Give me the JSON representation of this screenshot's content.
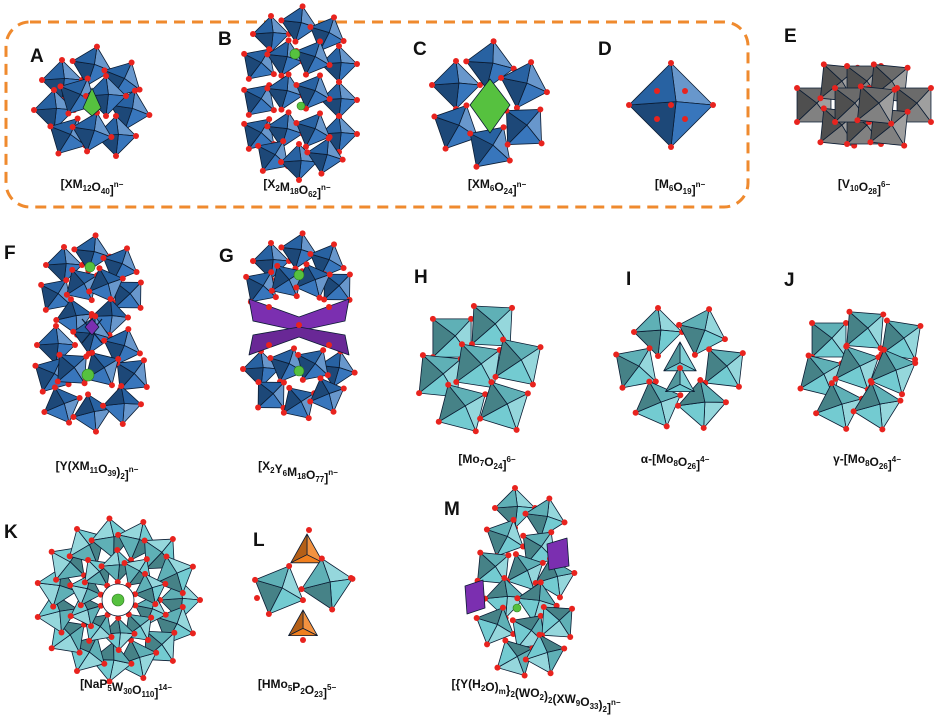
{
  "colors": {
    "dark_blue": "#2d6fb8",
    "teal": "#6cc8cf",
    "gray": "#7a7a7a",
    "green": "#56c13f",
    "purple": "#7b2fb0",
    "orange": "#f07f1e",
    "oxygen": "#e8231e",
    "highlight_border": "#ef8a2e"
  },
  "panels": [
    {
      "id": "A",
      "letter": "A",
      "formula": [
        {
          "t": "[XM"
        },
        {
          "t": "12",
          "k": "sub"
        },
        {
          "t": "O"
        },
        {
          "t": "40",
          "k": "sub"
        },
        {
          "t": "]"
        },
        {
          "t": "n−",
          "k": "sup"
        }
      ]
    },
    {
      "id": "B",
      "letter": "B",
      "formula": [
        {
          "t": "[X"
        },
        {
          "t": "2",
          "k": "sub"
        },
        {
          "t": "M"
        },
        {
          "t": "18",
          "k": "sub"
        },
        {
          "t": "O"
        },
        {
          "t": "62",
          "k": "sub"
        },
        {
          "t": "]"
        },
        {
          "t": "n−",
          "k": "sup"
        }
      ]
    },
    {
      "id": "C",
      "letter": "C",
      "formula": [
        {
          "t": "[XM"
        },
        {
          "t": "6",
          "k": "sub"
        },
        {
          "t": "O"
        },
        {
          "t": "24",
          "k": "sub"
        },
        {
          "t": "]"
        },
        {
          "t": "n−",
          "k": "sup"
        }
      ]
    },
    {
      "id": "D",
      "letter": "D",
      "formula": [
        {
          "t": "[M"
        },
        {
          "t": "6",
          "k": "sub"
        },
        {
          "t": "O"
        },
        {
          "t": "19",
          "k": "sub"
        },
        {
          "t": "]"
        },
        {
          "t": "n−",
          "k": "sup"
        }
      ]
    },
    {
      "id": "E",
      "letter": "E",
      "formula": [
        {
          "t": "[V"
        },
        {
          "t": "10",
          "k": "sub"
        },
        {
          "t": "O"
        },
        {
          "t": "28",
          "k": "sub"
        },
        {
          "t": "]"
        },
        {
          "t": "6−",
          "k": "sup"
        }
      ]
    },
    {
      "id": "F",
      "letter": "F",
      "formula": [
        {
          "t": "[Y(XM"
        },
        {
          "t": "11",
          "k": "sub"
        },
        {
          "t": "O"
        },
        {
          "t": "39",
          "k": "sub"
        },
        {
          "t": ")"
        },
        {
          "t": "2",
          "k": "sub"
        },
        {
          "t": "]"
        },
        {
          "t": "n−",
          "k": "sup"
        }
      ]
    },
    {
      "id": "G",
      "letter": "G",
      "formula": [
        {
          "t": "[X"
        },
        {
          "t": "2",
          "k": "sub"
        },
        {
          "t": "Y"
        },
        {
          "t": "6",
          "k": "sub"
        },
        {
          "t": "M"
        },
        {
          "t": "18",
          "k": "sub"
        },
        {
          "t": "O"
        },
        {
          "t": "77",
          "k": "sub"
        },
        {
          "t": "]"
        },
        {
          "t": "n−",
          "k": "sup"
        }
      ]
    },
    {
      "id": "H",
      "letter": "H",
      "formula": [
        {
          "t": "[Mo"
        },
        {
          "t": "7",
          "k": "sub"
        },
        {
          "t": "O"
        },
        {
          "t": "24",
          "k": "sub"
        },
        {
          "t": "]"
        },
        {
          "t": "6−",
          "k": "sup"
        }
      ]
    },
    {
      "id": "I",
      "letter": "I",
      "formula": [
        {
          "t": "α-[Mo"
        },
        {
          "t": "8",
          "k": "sub"
        },
        {
          "t": "O"
        },
        {
          "t": "26",
          "k": "sub"
        },
        {
          "t": "]"
        },
        {
          "t": "4−",
          "k": "sup"
        }
      ]
    },
    {
      "id": "J",
      "letter": "J",
      "formula": [
        {
          "t": "γ-[Mo"
        },
        {
          "t": "8",
          "k": "sub"
        },
        {
          "t": "O"
        },
        {
          "t": "26",
          "k": "sub"
        },
        {
          "t": "]"
        },
        {
          "t": "4−",
          "k": "sup"
        }
      ]
    },
    {
      "id": "K",
      "letter": "K",
      "formula": [
        {
          "t": "[NaP"
        },
        {
          "t": "5",
          "k": "sub"
        },
        {
          "t": "W"
        },
        {
          "t": "30",
          "k": "sub"
        },
        {
          "t": "O"
        },
        {
          "t": "110",
          "k": "sub"
        },
        {
          "t": "]"
        },
        {
          "t": "14−",
          "k": "sup"
        }
      ]
    },
    {
      "id": "L",
      "letter": "L",
      "formula": [
        {
          "t": "[HMo"
        },
        {
          "t": "5",
          "k": "sub"
        },
        {
          "t": "P"
        },
        {
          "t": "2",
          "k": "sub"
        },
        {
          "t": "O"
        },
        {
          "t": "23",
          "k": "sub"
        },
        {
          "t": "]"
        },
        {
          "t": "5−",
          "k": "sup"
        }
      ]
    },
    {
      "id": "M",
      "letter": "M",
      "formula": [
        {
          "t": "[{Y(H"
        },
        {
          "t": "2",
          "k": "sub"
        },
        {
          "t": "O)"
        },
        {
          "t": "m",
          "k": "sub"
        },
        {
          "t": "}"
        },
        {
          "t": "2",
          "k": "sub"
        },
        {
          "t": "(WO"
        },
        {
          "t": "2",
          "k": "sub"
        },
        {
          "t": ")"
        },
        {
          "t": "2",
          "k": "sub"
        },
        {
          "t": "(XW"
        },
        {
          "t": "9",
          "k": "sub"
        },
        {
          "t": "O"
        },
        {
          "t": "33",
          "k": "sub"
        },
        {
          "t": ")"
        },
        {
          "t": "2",
          "k": "sub"
        },
        {
          "t": "]"
        },
        {
          "t": "n−",
          "k": "sup"
        }
      ]
    }
  ]
}
